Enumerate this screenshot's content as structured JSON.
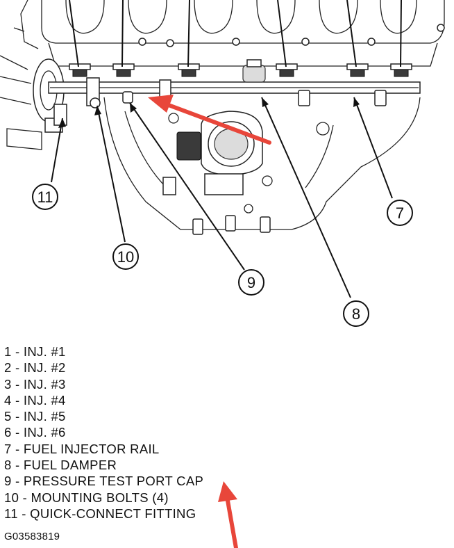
{
  "callouts": {
    "c7": "7",
    "c8": "8",
    "c9": "9",
    "c10": "10",
    "c11": "11"
  },
  "legend": [
    "1 - INJ. #1",
    "2 - INJ. #2",
    "3 - INJ. #3",
    "4 - INJ. #4",
    "5 - INJ. #5",
    "6 - INJ. #6",
    "7 - FUEL INJECTOR RAIL",
    "8 - FUEL DAMPER",
    "9 - PRESSURE TEST PORT CAP",
    "10 - MOUNTING BOLTS (4)",
    "11 - QUICK-CONNECT FITTING"
  ],
  "figure_id": "G03583819",
  "colors": {
    "annotation_arrow": "#e8463a",
    "line_art": "#111111"
  }
}
